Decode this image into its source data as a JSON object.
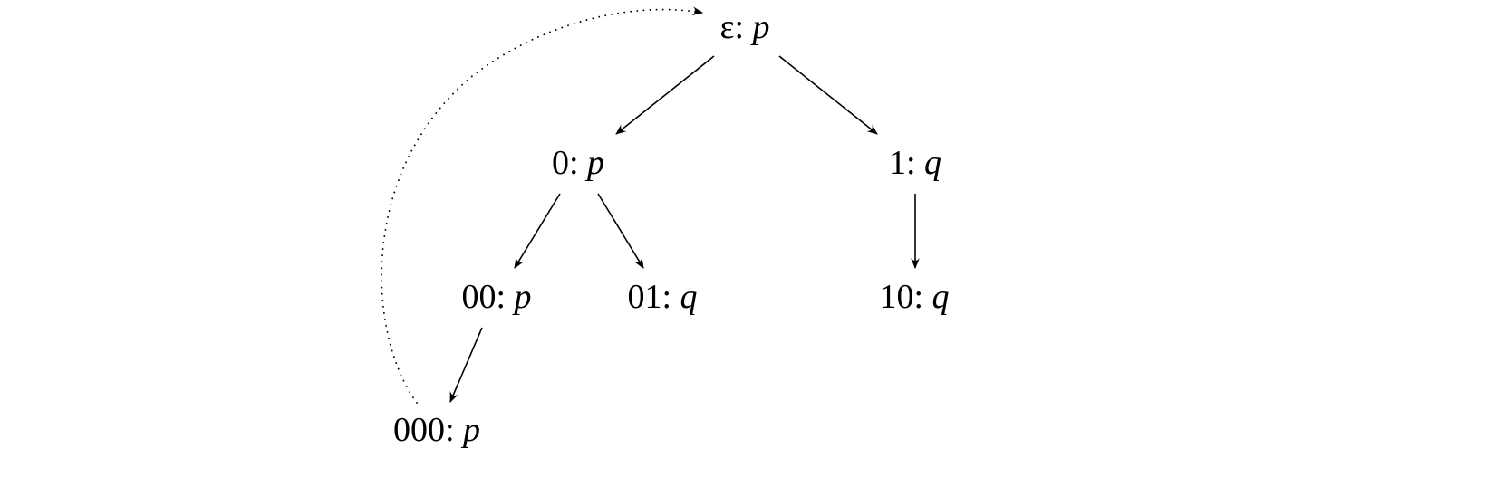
{
  "nodes": [
    {
      "id": "root",
      "label": "ε",
      "value": "p"
    },
    {
      "id": "n0",
      "label": "0",
      "value": "p"
    },
    {
      "id": "n1",
      "label": "1",
      "value": "q"
    },
    {
      "id": "n00",
      "label": "00",
      "value": "p"
    },
    {
      "id": "n01",
      "label": "01",
      "value": "q"
    },
    {
      "id": "n10",
      "label": "10",
      "value": "q"
    },
    {
      "id": "n000",
      "label": "000",
      "value": "p"
    }
  ],
  "separator": ":",
  "edges": [
    {
      "from": "root",
      "to": "n0",
      "style": "solid"
    },
    {
      "from": "root",
      "to": "n1",
      "style": "solid"
    },
    {
      "from": "n0",
      "to": "n00",
      "style": "solid"
    },
    {
      "from": "n0",
      "to": "n01",
      "style": "solid"
    },
    {
      "from": "n1",
      "to": "n10",
      "style": "solid"
    },
    {
      "from": "n00",
      "to": "n000",
      "style": "solid"
    },
    {
      "from": "n000",
      "to": "root",
      "style": "dotted"
    }
  ]
}
